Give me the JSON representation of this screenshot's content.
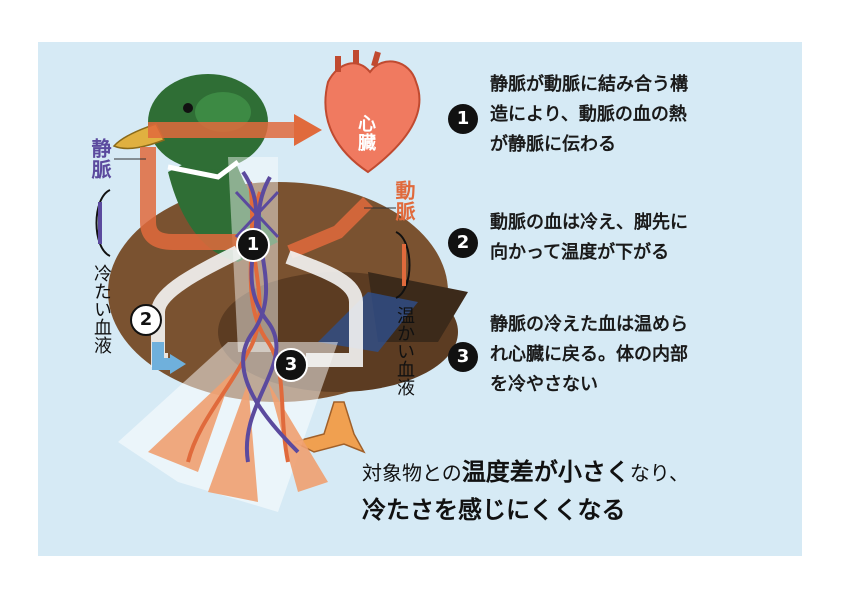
{
  "labels": {
    "heart": [
      "心",
      "臓"
    ],
    "vein": "静脈",
    "artery": "動脈",
    "cold_blood": "冷たい血液",
    "warm_blood": "温かい血液"
  },
  "notes": [
    {
      "number": "1",
      "lines": [
        "静脈が動脈に結み合う構",
        "造により、動脈の血の熱",
        "が静脈に伝わる"
      ]
    },
    {
      "number": "2",
      "lines": [
        "動脈の血は冷え、脚先に",
        "向かって温度が下がる"
      ]
    },
    {
      "number": "3",
      "lines": [
        "静脈の冷えた血は温めら",
        "れ心臓に戻る。体の内部",
        "を冷やさない"
      ]
    }
  ],
  "summary": {
    "line1": {
      "a": "対象物との",
      "b": "温度差",
      "c": "が",
      "d": "小さく",
      "e": "なり、"
    },
    "line2": "冷たさを感じにくくなる"
  },
  "colors": {
    "background": "#d6eaf5",
    "artery": "#e06a3c",
    "vein": "#5b4a9e",
    "cold_arrow": "#6fb0dc",
    "duck_head": "#2f6e35",
    "duck_body": "#7a5230",
    "foot": "#f0a070"
  }
}
